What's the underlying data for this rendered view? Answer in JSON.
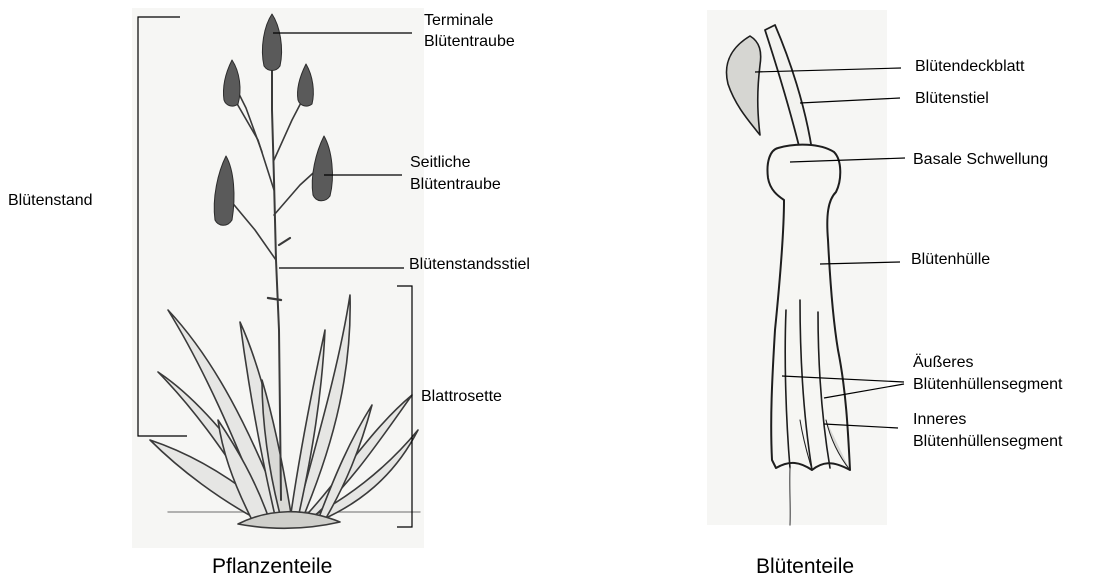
{
  "plant": {
    "caption": "Pflanzenteile",
    "labels": {
      "inflorescence": "Blütenstand",
      "terminal_raceme_1": "Terminale",
      "terminal_raceme_2": "Blütentraube",
      "lateral_raceme_1": "Seitliche",
      "lateral_raceme_2": "Blütentraube",
      "peduncle": "Blütenstandsstiel",
      "leaf_rosette": "Blattrosette"
    }
  },
  "flower": {
    "caption": "Blütenteile",
    "labels": {
      "bract": "Blütendeckblatt",
      "pedicel": "Blütenstiel",
      "basal_swelling": "Basale Schwellung",
      "perianth": "Blütenhülle",
      "outer_segment_1": "Äußeres",
      "outer_segment_2": "Blütenhüllensegment",
      "inner_segment_1": "Inneres",
      "inner_segment_2": "Blütenhüllensegment"
    }
  }
}
